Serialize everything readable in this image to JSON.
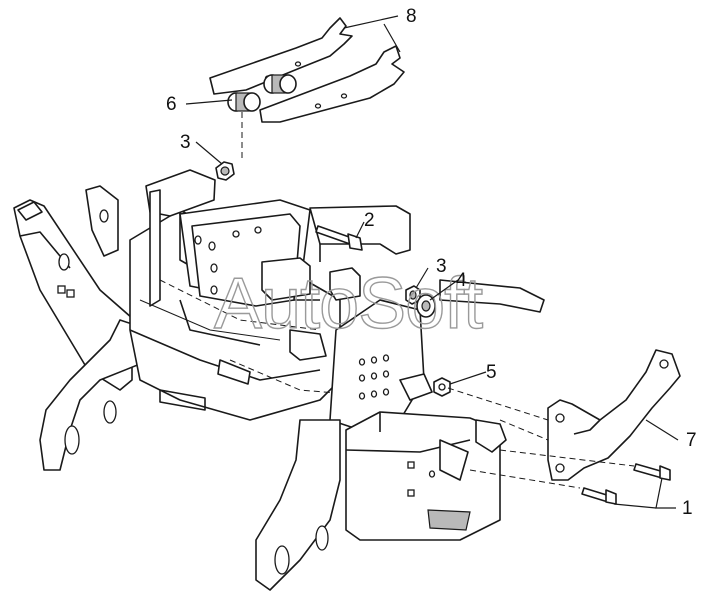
{
  "watermark": {
    "text": "AutoSoft"
  },
  "callouts": {
    "c1": "1",
    "c2": "2",
    "c3a": "3",
    "c3b": "3",
    "c4": "4",
    "c5": "5",
    "c6": "6",
    "c7": "7",
    "c8": "8"
  },
  "colors": {
    "line": "#1a1a1a",
    "shade": "#b9b9b9",
    "watermark": "#9a9a9a"
  }
}
